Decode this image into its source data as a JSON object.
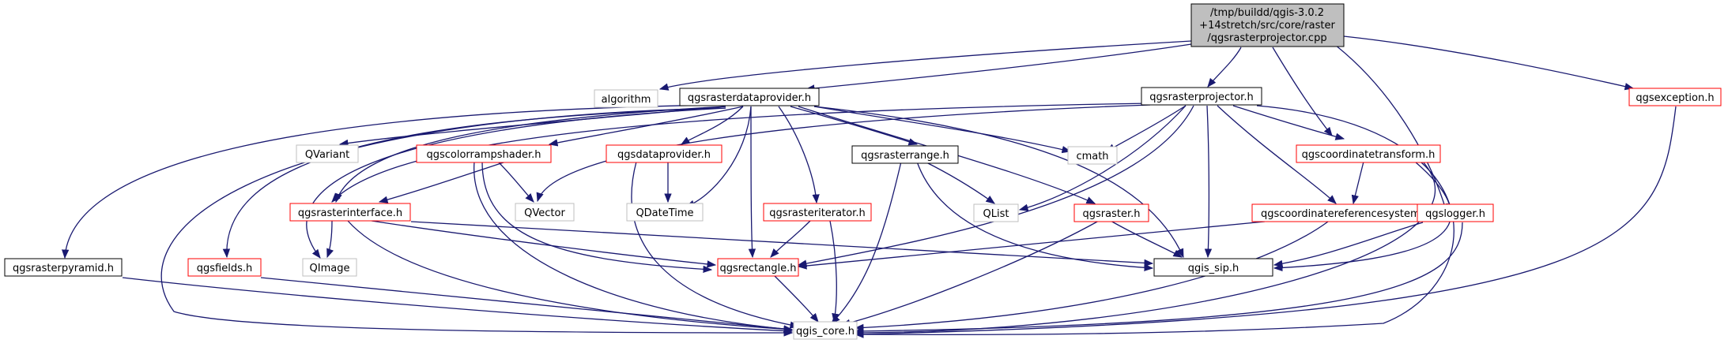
{
  "title_lines": [
    "/tmp/buildd/qgis-3.0.2",
    "+14stretch/src/core/raster",
    "/qgsrasterprojector.cpp"
  ],
  "colors": {
    "edge": "#191970",
    "root_fill": "#bfbfbf",
    "node_black": "#000000",
    "node_red": "#ff0000",
    "node_gray": "#bfbfbf",
    "text": "#000000"
  },
  "nodes": {
    "root": "",
    "algorithm": "algorithm",
    "qgsrasterdataprovider": "qgsrasterdataprovider.h",
    "qgsrasterprojector": "qgsrasterprojector.h",
    "qgsexception": "qgsexception.h",
    "qvariant": "QVariant",
    "qgscolorrampshader": "qgscolorrampshader.h",
    "qgsdataprovider": "qgsdataprovider.h",
    "qgsrasterrange": "qgsrasterrange.h",
    "cmath": "cmath",
    "qgscoordinatetransform": "qgscoordinatetransform.h",
    "qgsrasterinterface": "qgsrasterinterface.h",
    "qvector": "QVector",
    "qdatetime": "QDateTime",
    "qgsrasteriterator": "qgsrasteriterator.h",
    "qlist": "QList",
    "qgsraster": "qgsraster.h",
    "qgscoordinatereferencesystem": "qgscoordinatereferencesystem.h",
    "qgslogger": "qgslogger.h",
    "qgsrasterpyramid": "qgsrasterpyramid.h",
    "qgsfields": "qgsfields.h",
    "qimage": "QImage",
    "qgsrectangle": "qgsrectangle.h",
    "qgis_sip": "qgis_sip.h",
    "qgis_core": "qgis_core.h"
  }
}
